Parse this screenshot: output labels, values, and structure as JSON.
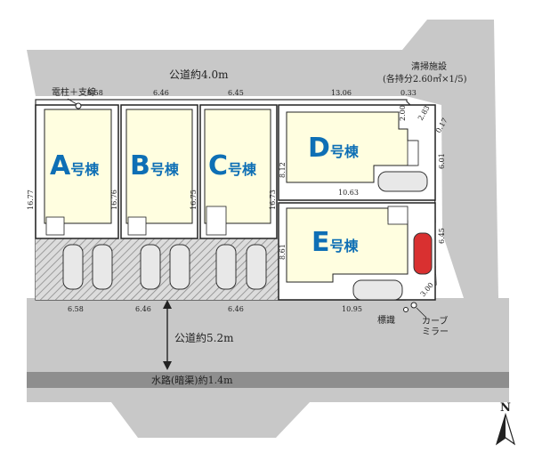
{
  "road_north": "公道約4.0m",
  "road_south": "公道約5.2m",
  "waterway": "水路(暗渠)約1.4m",
  "pole_label": "電柱＋支線",
  "cleaning": {
    "line1": "清掃施設",
    "line2": "(各持分2.60㎡×1/5)"
  },
  "sign_label": "標識",
  "mirror": {
    "line1": "カーブ",
    "line2": "ミラー"
  },
  "compass": "N",
  "lots": [
    {
      "letter": "A",
      "suffix": "号棟"
    },
    {
      "letter": "B",
      "suffix": "号棟"
    },
    {
      "letter": "C",
      "suffix": "号棟"
    },
    {
      "letter": "D",
      "suffix": "号棟"
    },
    {
      "letter": "E",
      "suffix": "号棟"
    }
  ],
  "dims": {
    "top_a": "6.58",
    "top_b": "6.46",
    "top_c": "6.45",
    "top_d": "13.06",
    "top_clean": "0.33",
    "a_left": "16.77",
    "a_right": "16.76",
    "b_right": "16.75",
    "c_right": "16.73",
    "d_left": "8.12",
    "d_bottom": "10.63",
    "d_step1": "2.00",
    "d_step2": "2.83",
    "d_step3": "0.17",
    "d_right": "6.01",
    "e_left": "8.61",
    "e_right": "6.45",
    "e_bottom": "10.95",
    "e_corner": "3.00",
    "bot_a": "6.58",
    "bot_b": "6.46",
    "bot_c": "6.46"
  }
}
